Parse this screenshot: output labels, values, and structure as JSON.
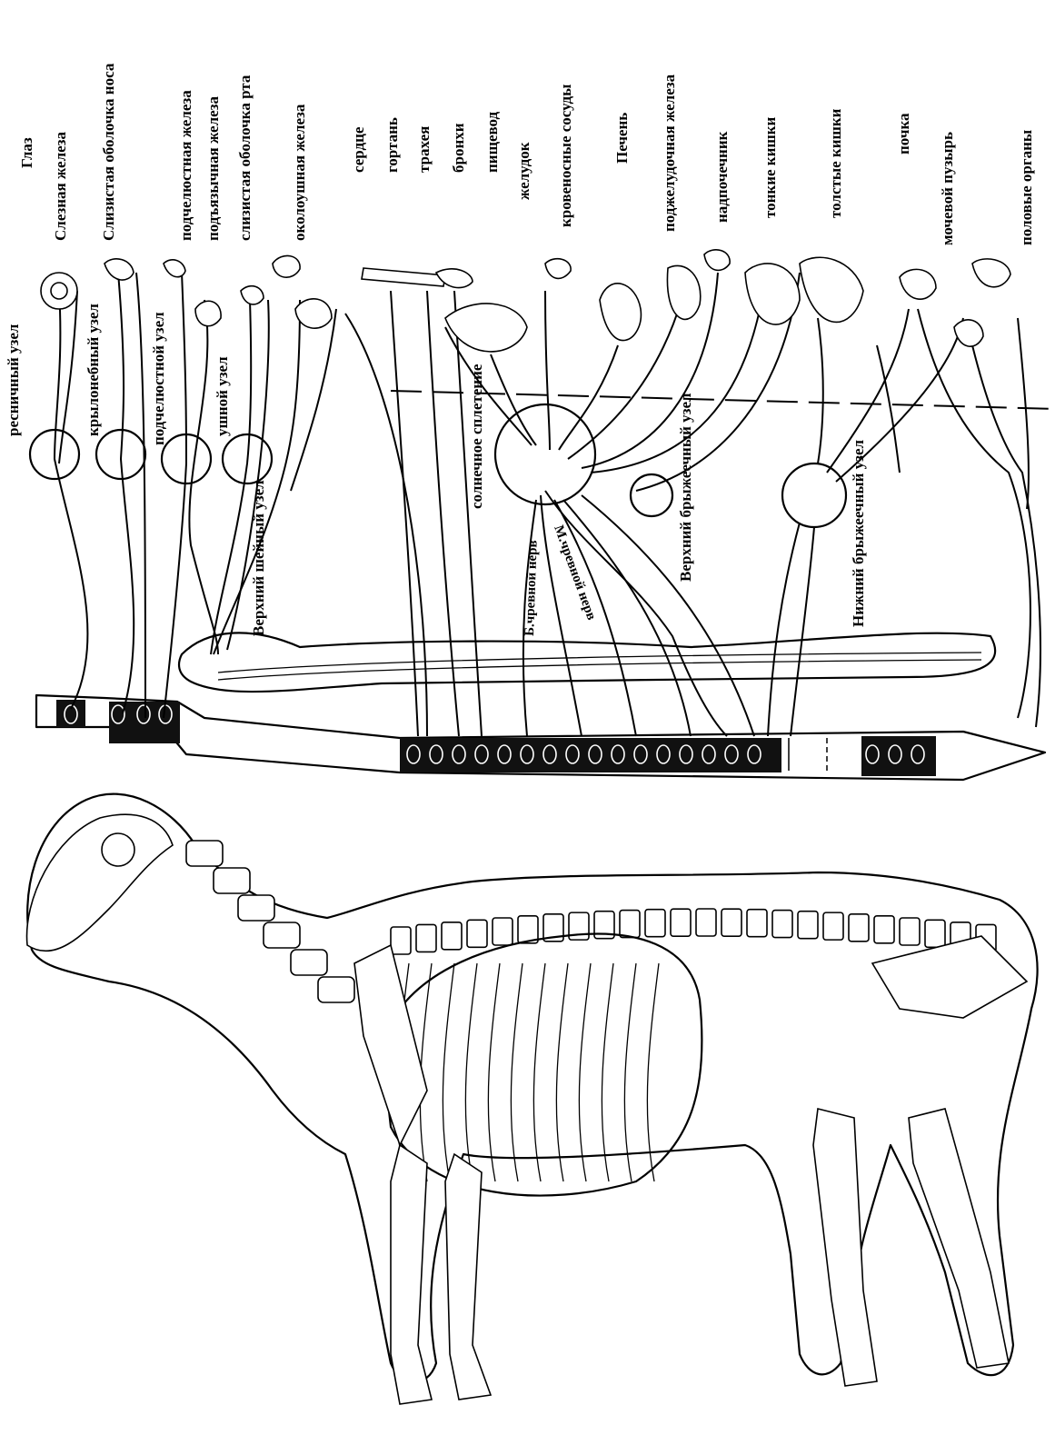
{
  "diagram": {
    "organs": [
      "Глаз",
      "Слезная железа",
      "Слизистая оболочка носа",
      "подчелюстная железа",
      "подъязычная железа",
      "слизистая оболочка рта",
      "околоушная железа",
      "сердце",
      "гортань",
      "трахея",
      "бронхи",
      "пищевод",
      "желудок",
      "кровеносные сосуды",
      "Печень",
      "поджелудочная железа",
      "надпочечник",
      "тонкие кишки",
      "толстые кишки",
      "почка",
      "мочевой пузырь",
      "половые органы"
    ],
    "ganglia": [
      "ресничный узел",
      "крылонебный узел",
      "подчелюстной узел",
      "ушной узел",
      "Верхний шейный узел",
      "солнечное сплетение",
      "Б.чревной нерв",
      "М.чревной нерв",
      "Верхний брыжеечный узел",
      "Нижний брыжеечный узел"
    ]
  },
  "colors": {
    "ink": "#000000",
    "paper": "#ffffff"
  }
}
